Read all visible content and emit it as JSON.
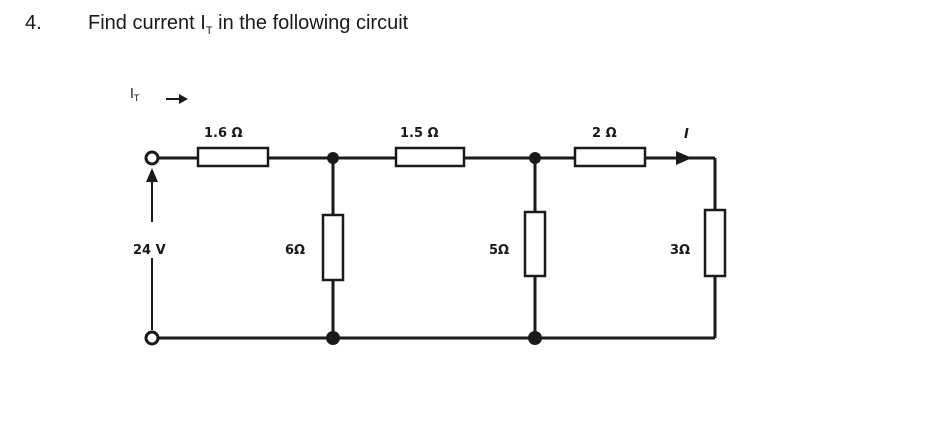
{
  "question": {
    "number": "4.",
    "text_before": "Find current I",
    "text_sub": "T",
    "text_after": " in the following circuit"
  },
  "circuit": {
    "current_label_main": "I",
    "current_label_sub": "T",
    "source_label": "24 V",
    "r_series_1": "1.6 Ω",
    "r_series_2": "1.5 Ω",
    "r_series_3": "2 Ω",
    "r_shunt_1": "6Ω",
    "r_shunt_2": "5Ω",
    "r_load": "3Ω",
    "branch_current_label": "I"
  }
}
